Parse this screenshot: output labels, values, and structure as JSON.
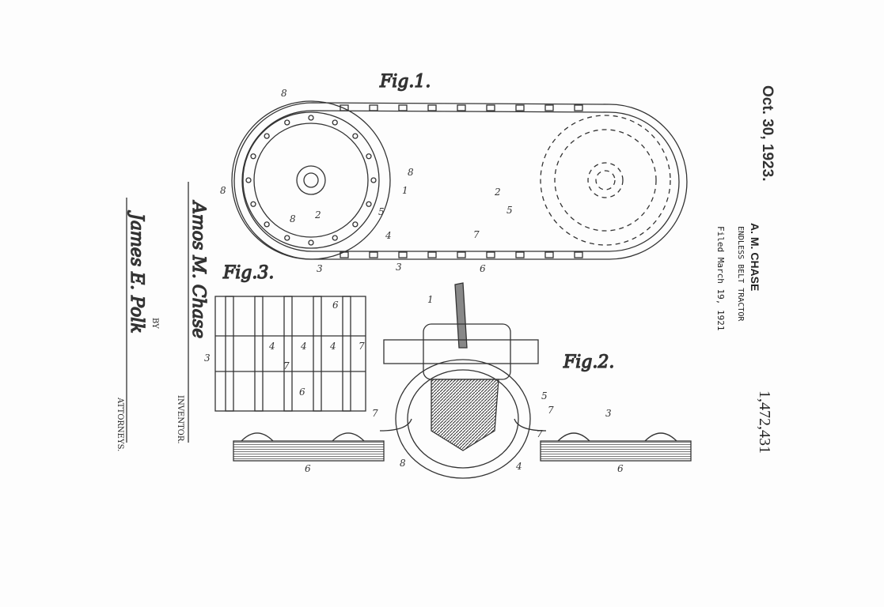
{
  "header": {
    "date": "Oct. 30, 1923.",
    "inventor_name": "A. M. CHASE",
    "title": "ENDLESS BELT TRACTOR",
    "filed": "Filed March 19, 1921",
    "patent_number": "1,472,431"
  },
  "signatures": {
    "inventor_label": "INVENTOR.",
    "by_label": "BY",
    "attorneys_label": "ATTORNEYS.",
    "inventor_signature": "Amos M. Chase",
    "attorney_signature": "James E. Polk"
  },
  "figures": {
    "fig1": "Fig.1.",
    "fig2": "Fig.2.",
    "fig3": "Fig.3."
  },
  "fig1_labels": [
    "8",
    "8",
    "8",
    "8",
    "1",
    "5",
    "2",
    "5",
    "4",
    "7",
    "3",
    "6",
    "2",
    "3"
  ],
  "fig3_labels": [
    "6",
    "3",
    "4",
    "4",
    "4",
    "7",
    "7",
    "6"
  ],
  "fig2_labels": [
    "1",
    "3",
    "7",
    "7",
    "5",
    "7",
    "8",
    "4",
    "6",
    "6"
  ]
}
